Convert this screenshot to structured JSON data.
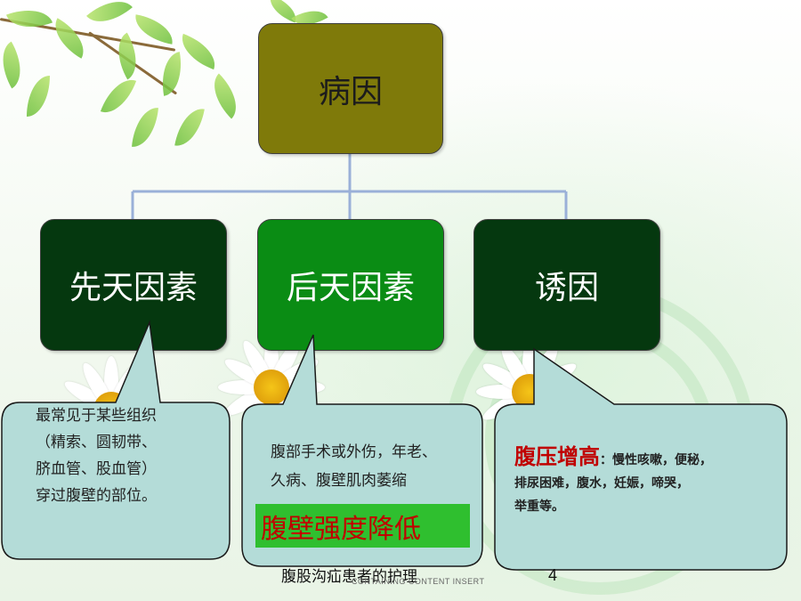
{
  "diagram": {
    "root": "病因",
    "children": [
      {
        "label": "先天因素"
      },
      {
        "label": "后天因素"
      },
      {
        "label": "诱因"
      }
    ]
  },
  "callouts": {
    "congenital": {
      "line1": "最常见于某些组织",
      "line2": "（精索、圆韧带、",
      "line3": "脐血管、股血管）",
      "line4": "穿过腹壁的部位。"
    },
    "acquired": {
      "line1": "腹部手术或外伤，年老、",
      "line2": "久病、腹壁肌肉萎缩",
      "highlight": "腹壁强度降低"
    },
    "trigger": {
      "keyword": "腹压增高",
      "line1_rest": "：慢性咳嗽，便秘，",
      "line2": "排尿困难，腹水，妊娠，啼哭，",
      "line3": "举重等。"
    }
  },
  "footer": {
    "title": "腹股沟疝患者的护理",
    "small": "CONTAINING CONTENT INSERT",
    "page": "4"
  },
  "colors": {
    "root_fill": "#7f7a0a",
    "dark_green": "#05380f",
    "bright_green": "#0a8c14",
    "callout_fill": "#b4dcd8",
    "highlight_bg": "#2fbf2f",
    "highlight_text": "#c00000"
  }
}
